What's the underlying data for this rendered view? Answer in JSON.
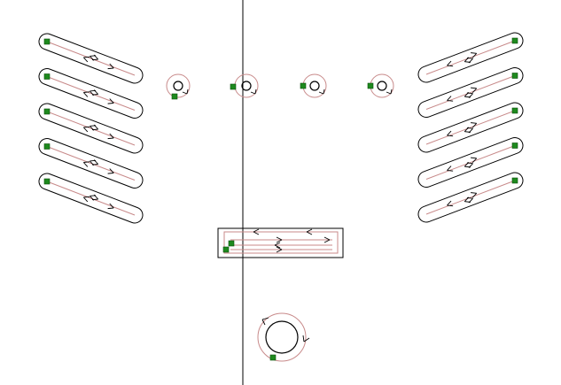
{
  "colors": {
    "background": "#ffffff",
    "outline": "#000000",
    "toolpath": "#c88a8a",
    "start_marker": "#1e8a1e"
  },
  "icons": {
    "slot": "slot-toolpath-icon",
    "small_hole": "circular-hole-toolpath-icon",
    "pocket": "rectangular-pocket-toolpath-icon",
    "large_hole": "large-circular-hole-toolpath-icon",
    "axis": "vertical-axis-line"
  },
  "feature_counts": {
    "left_slots": 5,
    "right_slots": 5,
    "small_holes": 4,
    "rectangular_pockets": 1,
    "large_holes": 1
  }
}
